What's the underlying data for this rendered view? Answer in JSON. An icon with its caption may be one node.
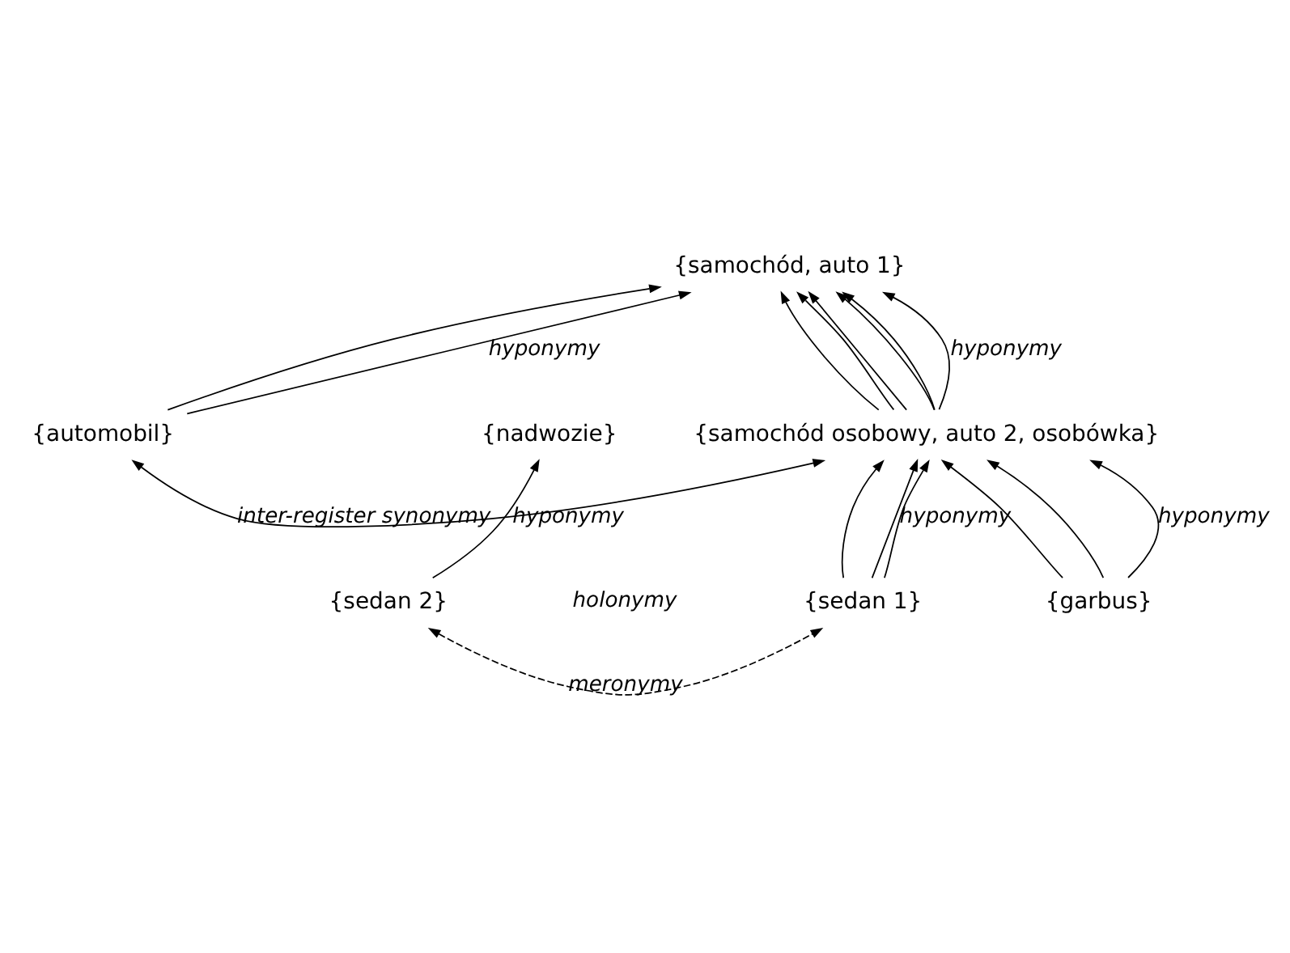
{
  "diagram": {
    "nodes": [
      {
        "text": [
          "{samochód, auto 1}"
        ]
      },
      {
        "text": [
          "{automobil}"
        ]
      },
      {
        "text": [
          "{samochód osobowy, auto 2, osobówka}"
        ]
      },
      {
        "text": [
          "{nadwozie}"
        ]
      },
      {
        "text": [
          "{sedan 2}"
        ]
      },
      {
        "text": [
          "{sedan 1}"
        ]
      },
      {
        "text": [
          "{garbus}"
        ]
      }
    ],
    "edges": [
      {
        "from": 1,
        "to": 0,
        "arrow": "to",
        "label": "hyponymy"
      },
      {
        "from": 1,
        "to": 0,
        "arrow": "to"
      },
      {
        "from": 2,
        "to": 0,
        "arrow": "to"
      },
      {
        "from": 2,
        "to": 0,
        "arrow": "to"
      },
      {
        "from": 2,
        "to": 0,
        "arrow": "to",
        "label": "hyponymy"
      },
      {
        "from": 2,
        "to": 0,
        "arrow": "to"
      },
      {
        "from": 2,
        "to": 0,
        "arrow": "to"
      },
      {
        "from": 2,
        "to": 0,
        "arrow": "to"
      },
      {
        "from": 1,
        "to": 2,
        "arrow": "both",
        "label": "inter-register synonymy"
      },
      {
        "from": 4,
        "to": 3,
        "arrow": "to",
        "label": "hyponymy"
      },
      {
        "from": 4,
        "to": 5,
        "arrow": "both",
        "style": "dashed",
        "label": "meronymy"
      },
      {
        "from": 5,
        "to": 2,
        "arrow": "to",
        "label": "hyponymy"
      },
      {
        "from": 5,
        "to": 2,
        "arrow": "to"
      },
      {
        "from": 5,
        "to": 2,
        "arrow": "to"
      },
      {
        "from": 6,
        "to": 2,
        "arrow": "to",
        "label": "hyponymy"
      },
      {
        "from": 6,
        "to": 2,
        "arrow": "to"
      },
      {
        "from": 6,
        "to": 2,
        "arrow": "to"
      }
    ],
    "labels": [
      "holonymy"
    ]
  }
}
